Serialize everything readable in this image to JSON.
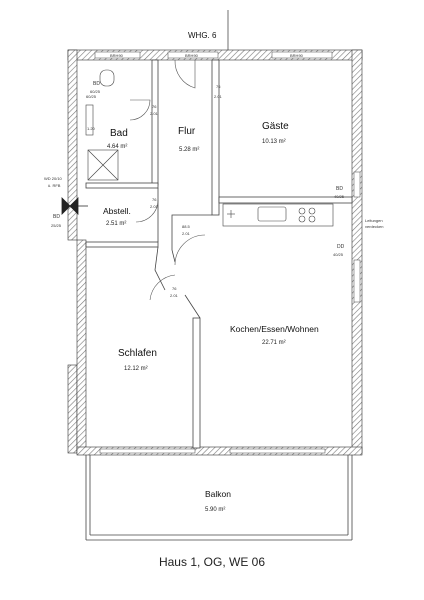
{
  "plan": {
    "unit_label": "WHG. 6",
    "caption": "Haus 1, OG, WE 06",
    "rooms": {
      "flur": {
        "name": "Flur",
        "area": "5.28 m²"
      },
      "gaeste": {
        "name": "Gäste",
        "area": "10.13 m²"
      },
      "bad": {
        "name": "Bad",
        "area": "4.64 m²"
      },
      "abstell": {
        "name": "Abstell.",
        "area": "2.51 m²"
      },
      "schlafen": {
        "name": "Schlafen",
        "area": "12.12 m²"
      },
      "kochen": {
        "name": "Kochen/Essen/Wohnen",
        "area": "22.71 m²"
      },
      "balkon": {
        "name": "Balkon",
        "area": "5.90 m²"
      }
    },
    "notes": {
      "bd_top": "BD",
      "bd_top_dim": "60/25",
      "bd_right": "BD",
      "bd_right_dim": "40/25",
      "bd_left": "BD",
      "bd_left_dim": "25/25",
      "wd": "WD 20/10",
      "wd_sub": "ü. RFB",
      "dd": "DD",
      "dd_dim": "40/25",
      "leitungen": "Leitungen",
      "leitungen2": "verdecken",
      "door_bad_w": "76",
      "door_bad_h": "2.01",
      "door_flur_w": "76",
      "door_flur_h": "2.01",
      "door_abst_w": "76",
      "door_abst_h": "2.01",
      "door_entry_w": "88.5",
      "door_entry_h": "2.01",
      "door_schlaf_w": "76",
      "door_schlaf_h": "2.01",
      "dim_120": "1.20",
      "dim_rb": "60/25",
      "win_label": "BRH90"
    }
  }
}
